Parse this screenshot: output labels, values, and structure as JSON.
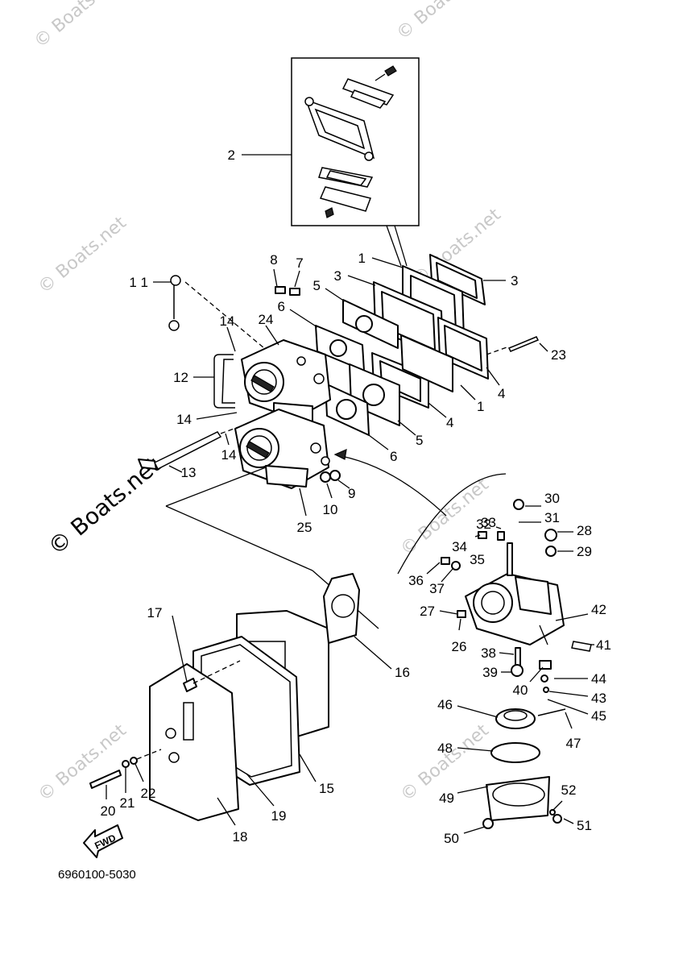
{
  "watermarks": {
    "top_left": "© Boats.net",
    "top_right": "© Boats.net",
    "mid_left": "© Boats.net",
    "mid_right": "© Boats.net",
    "large_left": "© Boats.net",
    "center_right": "© Boats.net",
    "bottom_left": "© Boats.net",
    "bottom_right": "© Boats.net"
  },
  "callouts": {
    "c1a": "1",
    "c1b": "1",
    "c2": "2",
    "c3a": "3",
    "c3b": "3",
    "c4a": "4",
    "c4b": "4",
    "c5a": "5",
    "c5b": "5",
    "c6a": "6",
    "c6b": "6",
    "c7": "7",
    "c8": "8",
    "c9": "9",
    "c10": "10",
    "c11": "1 1",
    "c12": "12",
    "c13": "13",
    "c14a": "14",
    "c14b": "14",
    "c14c": "14",
    "c15": "15",
    "c16": "16",
    "c17": "17",
    "c18": "18",
    "c19": "19",
    "c20": "20",
    "c21": "21",
    "c22": "22",
    "c23": "23",
    "c24": "24",
    "c25": "25",
    "c26": "26",
    "c27": "27",
    "c28": "28",
    "c29": "29",
    "c30": "30",
    "c31": "31",
    "c32": "32",
    "c33": "33",
    "c34": "34",
    "c35": "35",
    "c36": "36",
    "c37": "37",
    "c38": "38",
    "c39": "39",
    "c40": "40",
    "c41": "41",
    "c42": "42",
    "c43": "43",
    "c44": "44",
    "c45": "45",
    "c46": "46",
    "c47": "47",
    "c48": "48",
    "c49": "49",
    "c50": "50",
    "c51": "51",
    "c52": "52"
  },
  "fwd_label": "FWD",
  "diagram_code": "6960100-5030"
}
